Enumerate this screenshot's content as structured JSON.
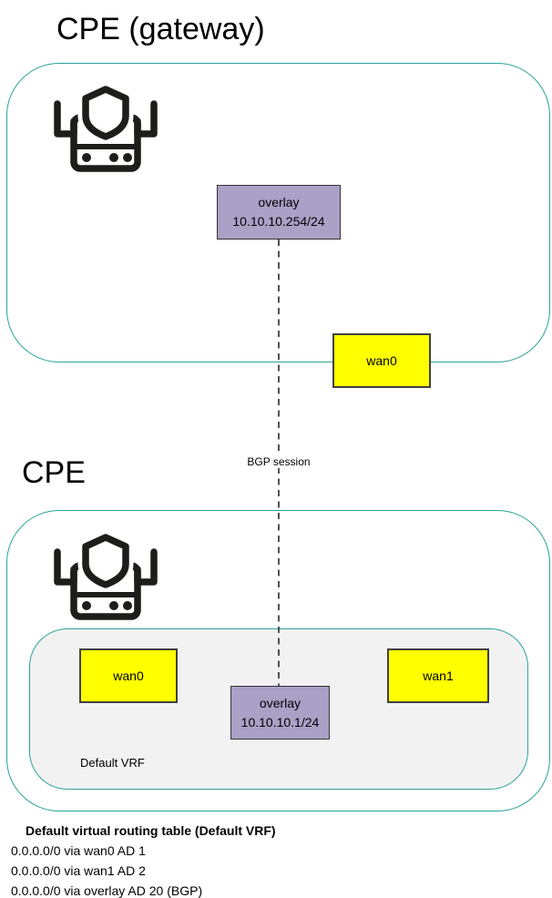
{
  "colors": {
    "teal_border": "#2aa396",
    "overlay_fill": "#aba0c6",
    "wan_fill": "#ffff00",
    "vrf_fill": "#f2f2f2",
    "dashed_line": "#404040",
    "icon_color": "#1d1d1b"
  },
  "icons": {
    "device": "firewall-router-icon"
  },
  "gateway": {
    "title": "CPE (gateway)",
    "overlay": {
      "name": "overlay",
      "address": "10.10.10.254/24"
    },
    "wan0_label": "wan0"
  },
  "link": {
    "label": "BGP session"
  },
  "cpe": {
    "title": "CPE",
    "wan0_label": "wan0",
    "wan1_label": "wan1",
    "overlay": {
      "name": "overlay",
      "address": "10.10.10.1/24"
    },
    "vrf_label": "Default VRF"
  },
  "routing_table": {
    "heading": "Default virtual routing table (Default VRF)",
    "routes": [
      "0.0.0.0/0 via wan0 AD 1",
      "0.0.0.0/0 via wan1 AD 2",
      "0.0.0.0/0 via overlay AD 20 (BGP)"
    ]
  }
}
